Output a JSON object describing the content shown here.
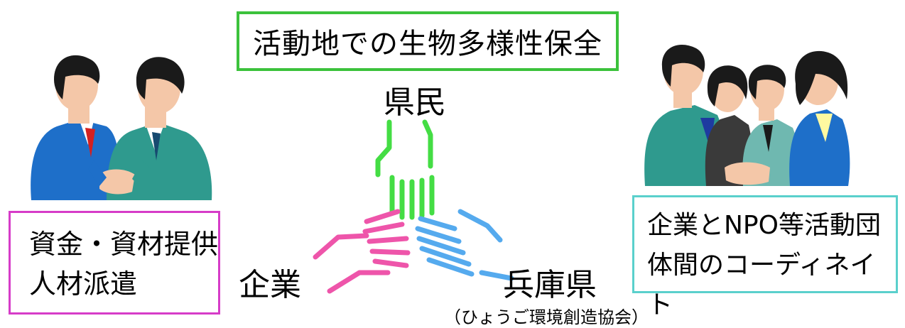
{
  "title": "活動地での生物多様性保全",
  "actors": {
    "prefectural_residents": "県民",
    "company": "企業",
    "hyogo_prefecture": "兵庫県",
    "hyogo_prefecture_org": "（ひょうご環境創造協会）"
  },
  "company_support": {
    "line1": "資金・資材提供",
    "line2": "人材派遣"
  },
  "coordination": {
    "line1": "企業とNPO等活動団",
    "line2": "体間のコーディネイト"
  },
  "colors": {
    "title_border": "#3cc23c",
    "left_border": "#d63cc8",
    "right_border": "#5ad0cc",
    "residents_hand": "#44dd44",
    "company_hand": "#ee55aa",
    "prefecture_hand": "#55aaee"
  },
  "icons": {
    "left_illustration": "business-handshake-icon",
    "right_illustration": "group-handshake-icon",
    "center_illustration": "three-hands-clasp-icon"
  }
}
